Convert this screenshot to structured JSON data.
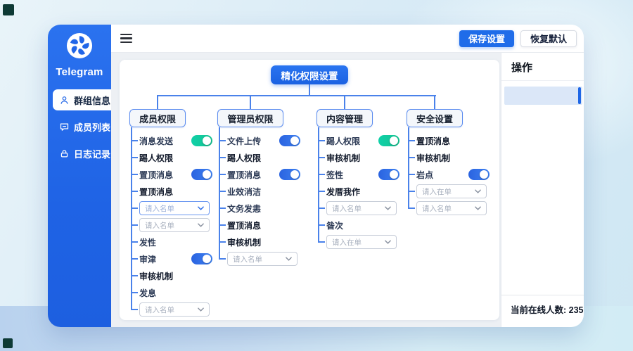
{
  "colors": {
    "sidebar_blue": "#2166e8",
    "accent_blue": "#1f6ce9",
    "line_blue": "#4a82ea",
    "toggle_green": "#10cfa4",
    "toggle_blue": "#2e6ee8",
    "selected_row_blue": "#dbe7f8"
  },
  "sidebar": {
    "brand": "Telegram",
    "items": [
      {
        "label": "群组信息",
        "icon": "user-icon",
        "active": true
      },
      {
        "label": "成员列表",
        "icon": "chat-icon",
        "active": false
      },
      {
        "label": "日志记录",
        "icon": "lock-icon",
        "active": false
      }
    ]
  },
  "topbar": {
    "save_label": "保存设置",
    "reset_label": "恢复默认"
  },
  "diagram": {
    "title": "精化权限设置",
    "groups": [
      {
        "label": "成员权限",
        "items": [
          {
            "type": "toggle",
            "label": "消息发送",
            "on": true,
            "color": "green"
          },
          {
            "type": "text",
            "label": "踢人权限",
            "bold": true
          },
          {
            "type": "toggle",
            "label": "置顶消息",
            "on": true,
            "color": "blue"
          },
          {
            "type": "text",
            "label": "置顶消息",
            "bold": true
          },
          {
            "type": "dropdown",
            "placeholder": "请入名单",
            "variant": "blue"
          },
          {
            "type": "dropdown",
            "placeholder": "请入名单",
            "variant": "gray"
          },
          {
            "type": "text",
            "label": "发性"
          },
          {
            "type": "toggle",
            "label": "审津",
            "on": true,
            "color": "blue"
          },
          {
            "type": "text",
            "label": "审核机制",
            "bold": true
          },
          {
            "type": "text",
            "label": "发息"
          },
          {
            "type": "dropdown",
            "placeholder": "请入名单",
            "variant": "gray"
          }
        ]
      },
      {
        "label": "管理员权限",
        "items": [
          {
            "type": "toggle",
            "label": "文件上传",
            "on": true,
            "color": "blue"
          },
          {
            "type": "text",
            "label": "踢人权限",
            "bold": true
          },
          {
            "type": "toggle",
            "label": "置顶消息",
            "on": true,
            "color": "blue"
          },
          {
            "type": "text",
            "label": "业效消洁"
          },
          {
            "type": "text",
            "label": "文务发恚"
          },
          {
            "type": "text",
            "label": "置顶消息",
            "bold": true
          },
          {
            "type": "text",
            "label": "审核机制",
            "bold": true
          },
          {
            "type": "dropdown",
            "placeholder": "请入名单",
            "variant": "gray"
          }
        ]
      },
      {
        "label": "内容管理",
        "items": [
          {
            "type": "toggle",
            "label": "踢人权限",
            "on": true,
            "color": "green"
          },
          {
            "type": "text",
            "label": "审核机制",
            "bold": true
          },
          {
            "type": "toggle",
            "label": "签性",
            "on": true,
            "color": "blue"
          },
          {
            "type": "text",
            "label": "发厝我作",
            "bold": true
          },
          {
            "type": "dropdown",
            "placeholder": "请入名单",
            "variant": "gray"
          },
          {
            "type": "text",
            "label": "昝次"
          },
          {
            "type": "dropdown",
            "placeholder": "请入在单",
            "variant": "gray"
          }
        ]
      },
      {
        "label": "安全设置",
        "items": [
          {
            "type": "text",
            "label": "置顶消息",
            "bold": true
          },
          {
            "type": "text",
            "label": "审核机制",
            "bold": true
          },
          {
            "type": "toggle",
            "label": "岩点",
            "on": true,
            "color": "blue"
          },
          {
            "type": "dropdown",
            "placeholder": "请入在单",
            "variant": "gray"
          },
          {
            "type": "dropdown",
            "placeholder": "请入名单",
            "variant": "gray"
          }
        ]
      }
    ]
  },
  "right_panel": {
    "header": "操作",
    "online_label": "当前在线人数:",
    "online_count": "235"
  }
}
